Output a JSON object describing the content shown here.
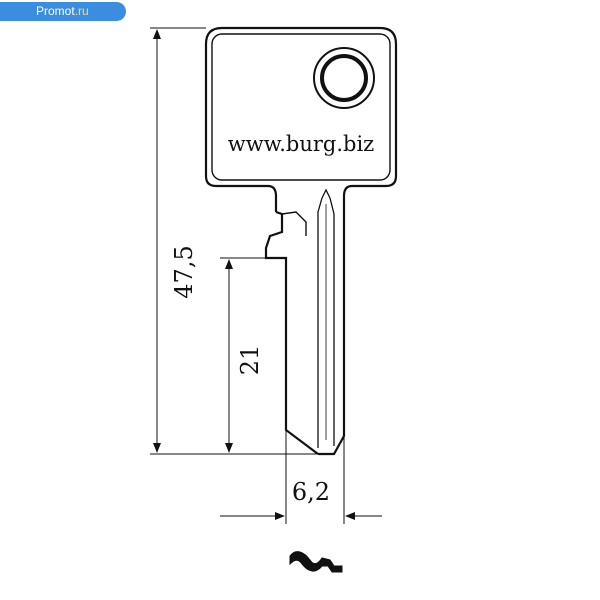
{
  "watermark": {
    "name": "Promot",
    "tld": ".ru"
  },
  "key": {
    "url_text": "www.burg.biz"
  },
  "dimensions": {
    "total_length": "47,5",
    "blade_length": "21",
    "blade_width": "6,2"
  },
  "colors": {
    "line": "#111111",
    "badge": "#3b8de0"
  }
}
